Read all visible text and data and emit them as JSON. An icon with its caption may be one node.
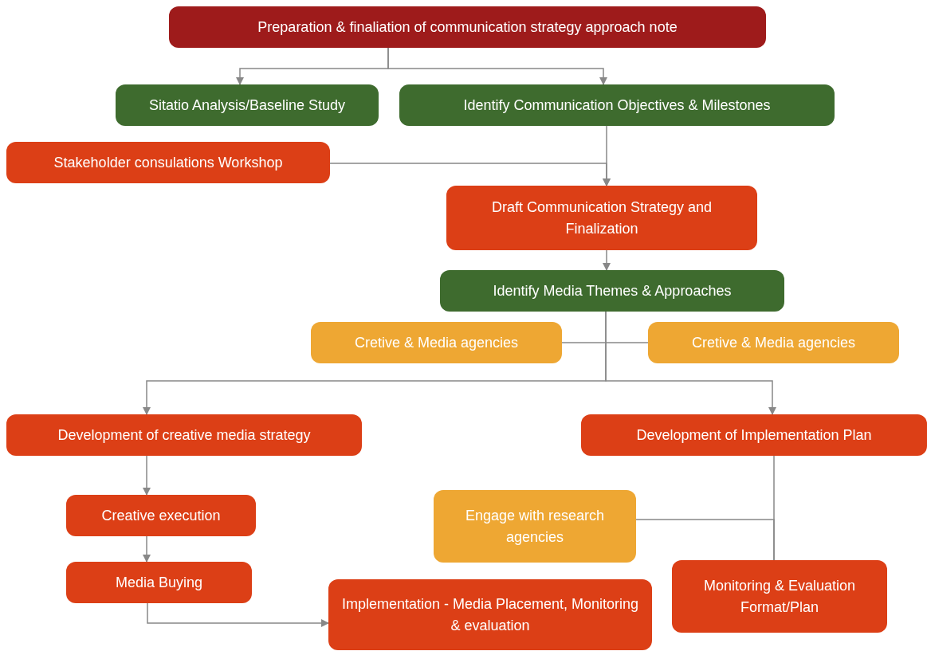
{
  "diagram": {
    "nodes": [
      {
        "text": [
          "Preparation & finaliation of communication strategy approach note"
        ]
      },
      {
        "text": [
          "Sitatio Analysis/Baseline Study"
        ]
      },
      {
        "text": [
          "Identify Communication Objectives & Milestones"
        ]
      },
      {
        "text": [
          "Stakeholder consulations Workshop"
        ]
      },
      {
        "text": [
          "Draft Communication Strategy and Finalization"
        ]
      },
      {
        "text": [
          "Identify Media Themes & Approaches"
        ]
      },
      {
        "text": [
          "Cretive & Media agencies"
        ]
      },
      {
        "text": [
          "Cretive & Media agencies"
        ]
      },
      {
        "text": [
          "Development of creative media strategy"
        ]
      },
      {
        "text": [
          "Development of Implementation Plan"
        ]
      },
      {
        "text": [
          "Creative execution"
        ]
      },
      {
        "text": [
          "Media Buying"
        ]
      },
      {
        "text": [
          "Engage with research agencies"
        ]
      },
      {
        "text": [
          "Implementation - Media Placement, Monitoring & evaluation"
        ]
      },
      {
        "text": [
          "Monitoring & Evaluation Format/Plan"
        ]
      }
    ],
    "edges": [
      {
        "from": 0,
        "to": 1,
        "arrow": "to"
      },
      {
        "from": 0,
        "to": 2,
        "arrow": "to"
      },
      {
        "from": 2,
        "to": 4,
        "arrow": "to"
      },
      {
        "from": 3,
        "to": 4,
        "arrow": "to"
      },
      {
        "from": 4,
        "to": 5,
        "arrow": "to"
      },
      {
        "from": 6,
        "to": 7,
        "arrow": "none"
      },
      {
        "from": 5,
        "to": 8,
        "arrow": "to"
      },
      {
        "from": 5,
        "to": 9,
        "arrow": "to"
      },
      {
        "from": 8,
        "to": 10,
        "arrow": "to"
      },
      {
        "from": 10,
        "to": 11,
        "arrow": "to"
      },
      {
        "from": 11,
        "to": 13,
        "arrow": "to"
      },
      {
        "from": 9,
        "to": 14,
        "arrow": "none"
      },
      {
        "from": 12,
        "to": 14,
        "arrow": "none"
      }
    ]
  }
}
